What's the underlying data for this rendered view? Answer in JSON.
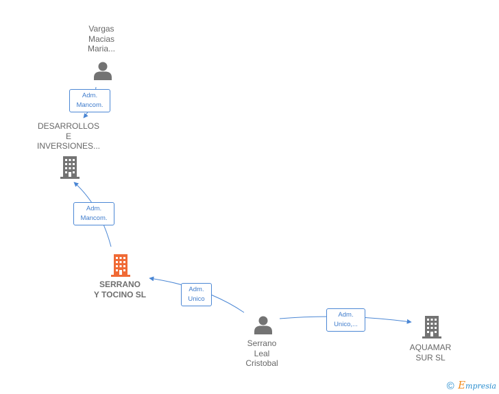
{
  "nodes": {
    "vargas": {
      "lines": [
        "Vargas",
        "Macias",
        "Maria..."
      ],
      "type": "person"
    },
    "desarrollos": {
      "lines": [
        "DESARROLLOS",
        "E",
        "INVERSIONES..."
      ],
      "type": "company"
    },
    "serrano_tocino": {
      "lines": [
        "SERRANO",
        "Y TOCINO  SL"
      ],
      "type": "company-main"
    },
    "serrano_leal": {
      "lines": [
        "Serrano",
        "Leal",
        "Cristobal"
      ],
      "type": "person"
    },
    "aquamar": {
      "lines": [
        "AQUAMAR",
        "SUR  SL"
      ],
      "type": "company"
    }
  },
  "edges": {
    "vargas_desarrollos": {
      "lines": [
        "Adm.",
        "Mancom."
      ]
    },
    "tocino_desarrollos": {
      "lines": [
        "Adm.",
        "Mancom."
      ]
    },
    "leal_tocino": {
      "lines": [
        "Adm.",
        "Unico"
      ]
    },
    "leal_aquamar": {
      "lines": [
        "Adm.",
        "Unico,..."
      ]
    }
  },
  "footer": {
    "copyright": "©",
    "brand_e": "E",
    "brand_rest": "mpresia"
  },
  "colors": {
    "edge": "#4a86d4",
    "icon_gray": "#737373",
    "icon_main": "#f06a35",
    "label_gray": "#666666"
  },
  "icons": {
    "person": "person-icon",
    "company": "building-icon",
    "copyright": "copyright-icon"
  }
}
